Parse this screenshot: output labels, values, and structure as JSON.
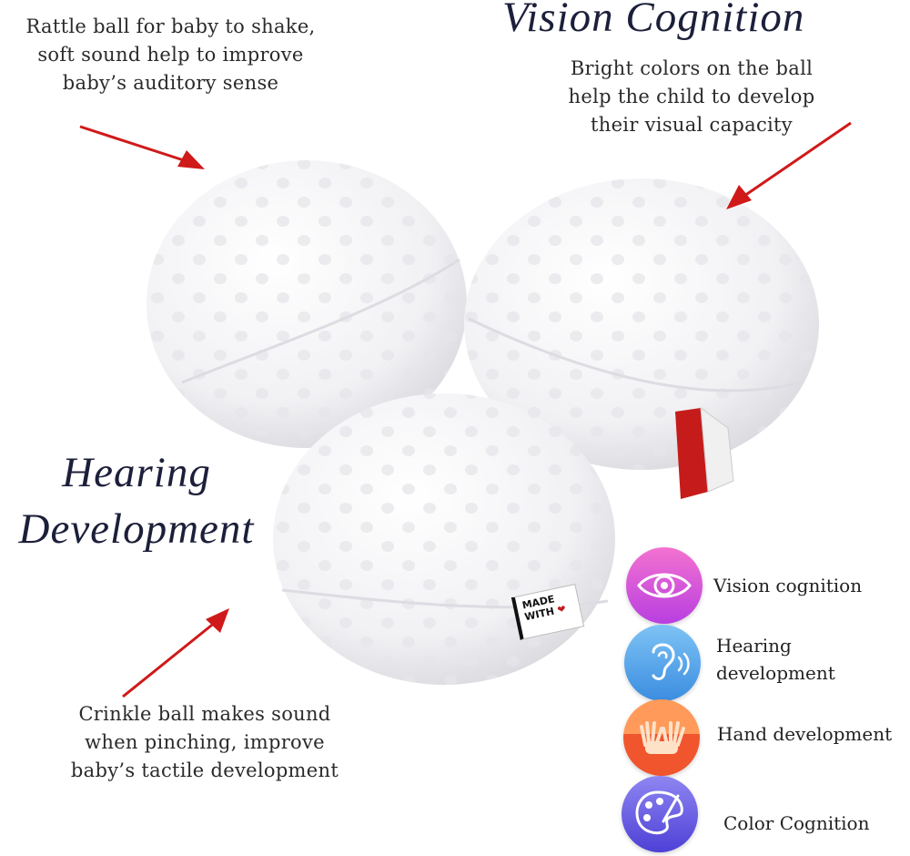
{
  "top_left_caption": {
    "line1": "Rattle ball for baby to shake,",
    "line2": "soft sound help to improve",
    "line3": "baby’s auditory sense"
  },
  "vision_heading": "Vision Cognition",
  "top_right_caption": {
    "line1": "Bright colors on the ball",
    "line2": "help the child to develop",
    "line3": "their visual capacity"
  },
  "hearing_heading": {
    "line1": "Hearing",
    "line2": "Development"
  },
  "bottom_left_caption": {
    "line1": "Crinkle ball makes sound",
    "line2": "when pinching, improve",
    "line3": "baby’s tactile development"
  },
  "tag": {
    "line1": "MADE",
    "line2": "WITH"
  },
  "legend": [
    {
      "icon": "eye-icon",
      "label": "Vision cognition",
      "color_top": "#f472d0",
      "color_bottom": "#b83fe0"
    },
    {
      "icon": "ear-icon",
      "label_line1": "Hearing",
      "label_line2": "development",
      "color_top": "#7ec3f5",
      "color_bottom": "#3b8de0"
    },
    {
      "icon": "hands-icon",
      "label": "Hand development",
      "color_top": "#ff9a5a",
      "color_bottom": "#f0552d"
    },
    {
      "icon": "palette-icon",
      "label": "Color Cognition",
      "color_top": "#8f86f2",
      "color_bottom": "#4d40d6"
    }
  ],
  "colors": {
    "arrow": "#d01919",
    "ball": "#f4f4f6",
    "ribbon": "#c61b1b"
  }
}
